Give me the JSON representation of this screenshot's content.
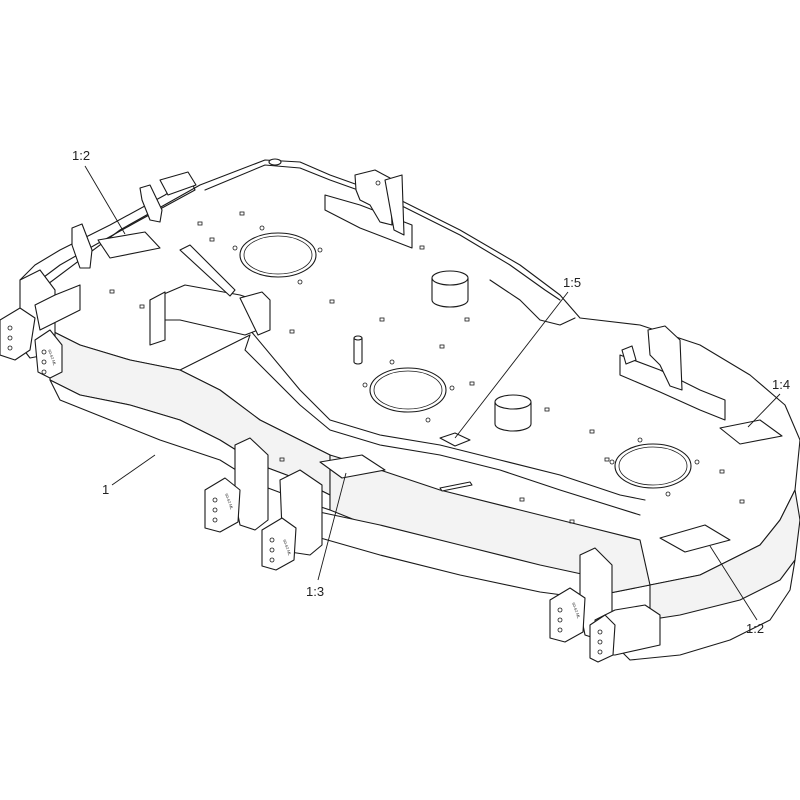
{
  "callouts": {
    "c_1_2_top": "1:2",
    "c_1_5": "1:5",
    "c_1_4": "1:4",
    "c_1": "1",
    "c_1_3": "1:3",
    "c_1_2_bottom": "1:2"
  },
  "stampings": {
    "s1": "60-62 ML",
    "s2": "60-62 ML",
    "s3": "60-62 ML",
    "s4": "60-62 ML"
  }
}
